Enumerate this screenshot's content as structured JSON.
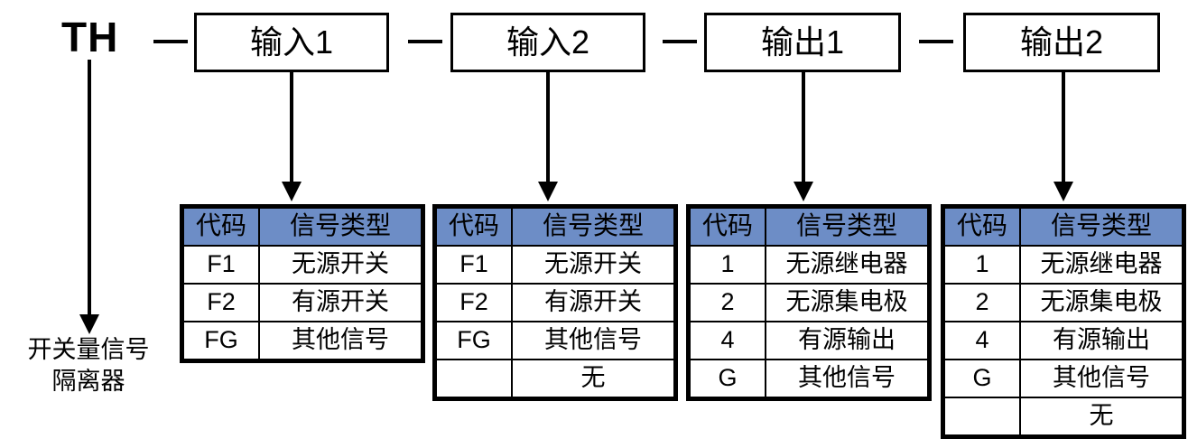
{
  "model": {
    "prefix": "TH",
    "separator": "—",
    "segments": [
      {
        "label": "输入1"
      },
      {
        "label": "输入2"
      },
      {
        "label": "输出1"
      },
      {
        "label": "输出2"
      }
    ]
  },
  "product_caption": {
    "line1": "开关量信号",
    "line2": "隔离器"
  },
  "legend_tables": [
    {
      "for_segment": "输入1",
      "headers": [
        "代码",
        "信号类型"
      ],
      "rows": [
        {
          "code": "F1",
          "type": "无源开关"
        },
        {
          "code": "F2",
          "type": "有源开关"
        },
        {
          "code": "FG",
          "type": "其他信号"
        }
      ]
    },
    {
      "for_segment": "输入2",
      "headers": [
        "代码",
        "信号类型"
      ],
      "rows": [
        {
          "code": "F1",
          "type": "无源开关"
        },
        {
          "code": "F2",
          "type": "有源开关"
        },
        {
          "code": "FG",
          "type": "其他信号"
        },
        {
          "code": "",
          "type": "无"
        }
      ]
    },
    {
      "for_segment": "输出1",
      "headers": [
        "代码",
        "信号类型"
      ],
      "rows": [
        {
          "code": "1",
          "type": "无源继电器"
        },
        {
          "code": "2",
          "type": "无源集电极"
        },
        {
          "code": "4",
          "type": "有源输出"
        },
        {
          "code": "G",
          "type": "其他信号"
        }
      ]
    },
    {
      "for_segment": "输出2",
      "headers": [
        "代码",
        "信号类型"
      ],
      "rows": [
        {
          "code": "1",
          "type": "无源继电器"
        },
        {
          "code": "2",
          "type": "无源集电极"
        },
        {
          "code": "4",
          "type": "有源输出"
        },
        {
          "code": "G",
          "type": "其他信号"
        },
        {
          "code": "",
          "type": "无"
        }
      ]
    }
  ],
  "colors": {
    "header_blue": "#6d8dc6",
    "line_black": "#000000",
    "background": "#ffffff"
  }
}
